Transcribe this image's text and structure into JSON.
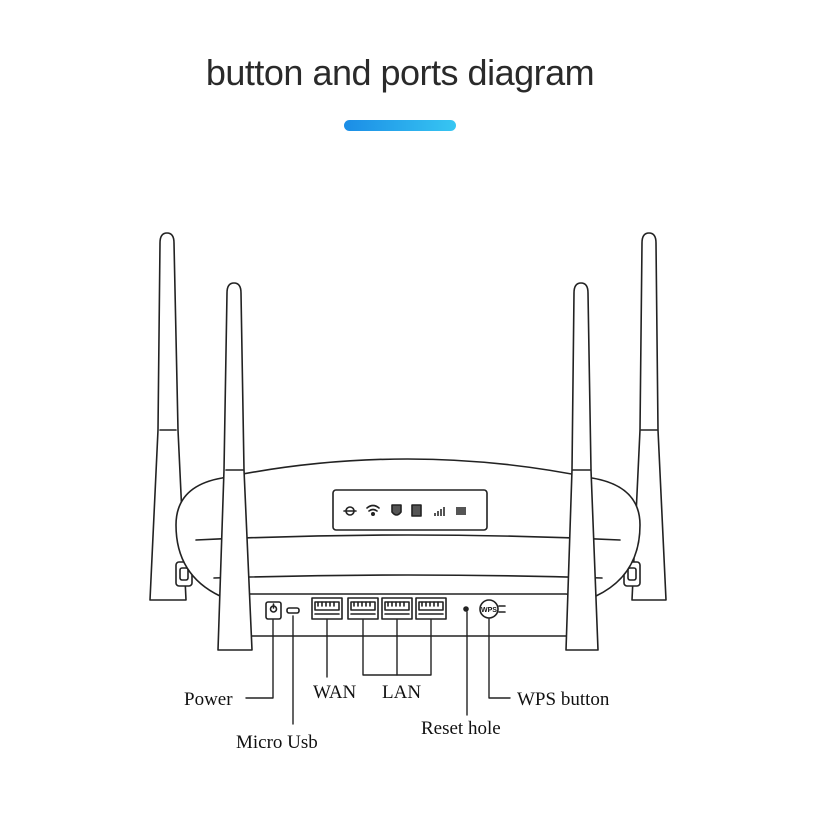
{
  "header": {
    "title": "button and ports diagram",
    "accent_colors": [
      "#1b8de6",
      "#37c6f2"
    ]
  },
  "diagram": {
    "device": "wireless-router",
    "antenna_count": 4,
    "front_indicator_icons": [
      "power-icon",
      "wifi-icon",
      "shield-icon",
      "lan-icon",
      "signal-bars-icon",
      "battery-icon"
    ],
    "callouts": {
      "power": "Power",
      "micro_usb": "Micro Usb",
      "wan": "WAN",
      "lan": "LAN",
      "reset": "Reset hole",
      "wps": "WPS button"
    },
    "wps_badge": "WPS"
  }
}
